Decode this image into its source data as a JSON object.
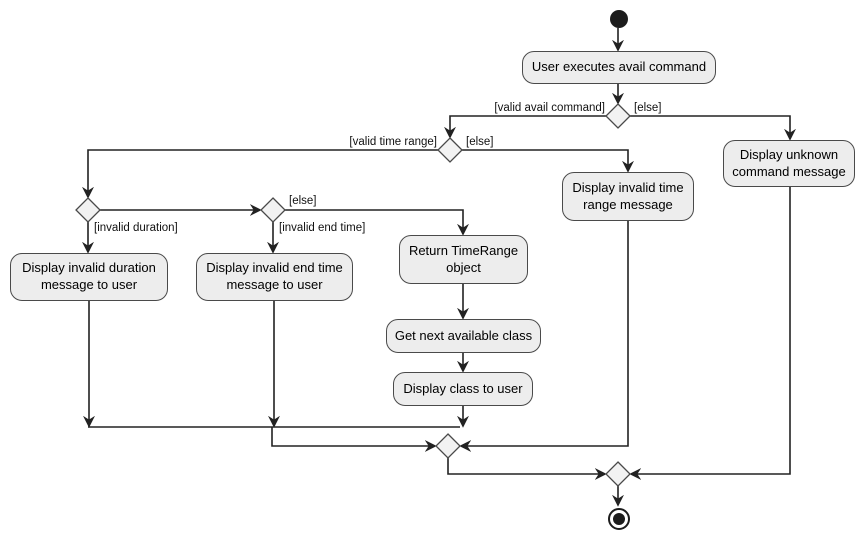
{
  "diagram": {
    "type": "uml-activity-diagram",
    "background": "#ffffff",
    "colors": {
      "node_fill": "#ededed",
      "node_border": "#4a4a4a",
      "diamond_fill": "#f2f2f2",
      "edge": "#222222",
      "text": "#000000"
    },
    "nodes": {
      "start": {
        "kind": "initial-node"
      },
      "user_executes_avail": {
        "label": "User executes avail command"
      },
      "display_unknown_command": {
        "label": "Display unknown\ncommand message"
      },
      "display_invalid_time_range": {
        "label": "Display invalid time\nrange message"
      },
      "display_invalid_duration": {
        "label": "Display invalid duration\nmessage to user"
      },
      "display_invalid_end_time": {
        "label": "Display invalid end time\nmessage to user"
      },
      "return_timerange": {
        "label": "Return TimeRange\nobject"
      },
      "get_next_available_class": {
        "label": "Get next available class"
      },
      "display_class_to_user": {
        "label": "Display class to user"
      },
      "end": {
        "kind": "final-node"
      }
    },
    "guards": {
      "valid_avail_command": "[valid avail command]",
      "else_invalid_command": "[else]",
      "valid_time_range": "[valid time range]",
      "else_invalid_time_range": "[else]",
      "invalid_duration": "[invalid duration]",
      "else_valid_duration": "[else]",
      "invalid_end_time": "[invalid end time]"
    }
  }
}
